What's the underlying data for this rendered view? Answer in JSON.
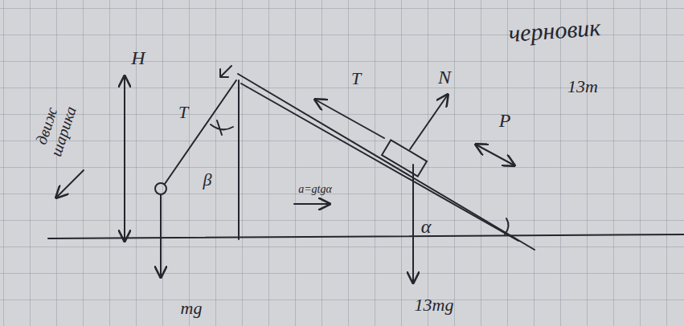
{
  "diagram": {
    "labels": [
      "черновик",
      "H",
      "T",
      "T",
      "N",
      "13m",
      "P",
      "β",
      "a=gtgα",
      "α",
      "mg",
      "13mg",
      "движ шарика"
    ]
  }
}
